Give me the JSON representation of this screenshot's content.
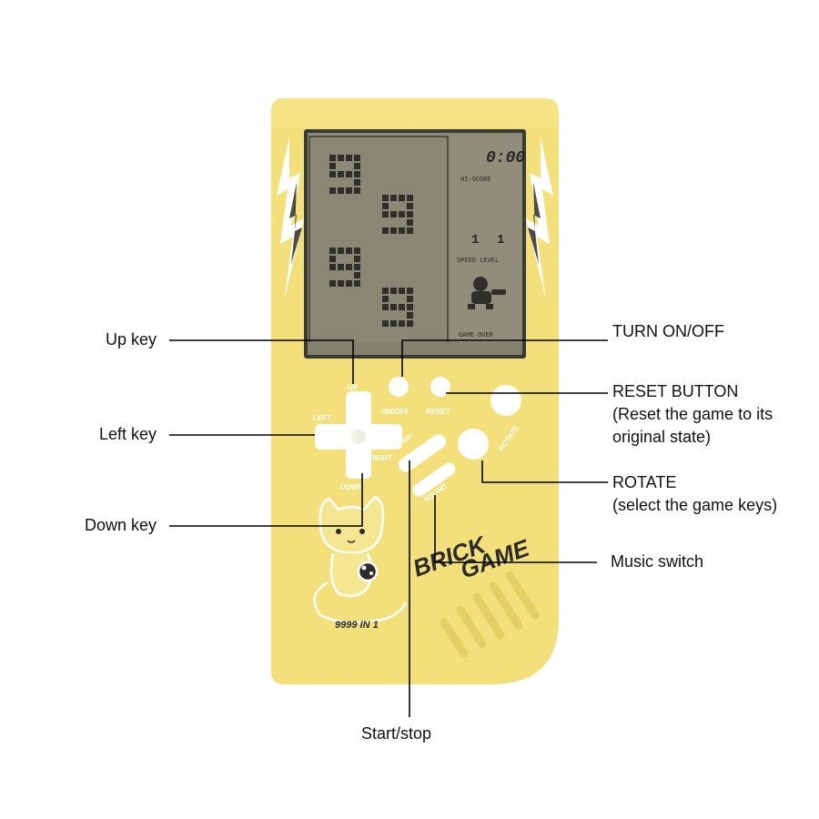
{
  "annotations": {
    "up_key": "Up key",
    "left_key": "Left key",
    "down_key": "Down key",
    "turn_on_off": "TURN ON/OFF",
    "reset_title": "RESET BUTTON",
    "reset_desc_1": "(Reset the game to its",
    "reset_desc_2": "original state)",
    "rotate_title": "ROTATE",
    "rotate_desc": "(select the game keys)",
    "music_switch": "Music switch",
    "start_stop": "Start/stop"
  },
  "device": {
    "body_color": "#f3e07a",
    "accent_color": "#ffffff",
    "screen_color": "#8d8b78",
    "button_labels": {
      "up": "UP",
      "down": "DOWN",
      "left": "LEFT",
      "right": "RIGHT",
      "on_off": "ON/OFF",
      "reset": "RESET",
      "sp": "S/P",
      "sound": "SOUND",
      "rotate": "ROTATE"
    },
    "brand_line_1": "BRICK",
    "brand_line_2": "GAME",
    "model": "9999 IN 1",
    "screen": {
      "score": "0:00",
      "hi_score_label": "HI-SCORE",
      "speed_level_label": "SPEED LEVEL",
      "game_over_label": "GAME OVER",
      "speed_value": "1",
      "level_value": "1"
    }
  }
}
